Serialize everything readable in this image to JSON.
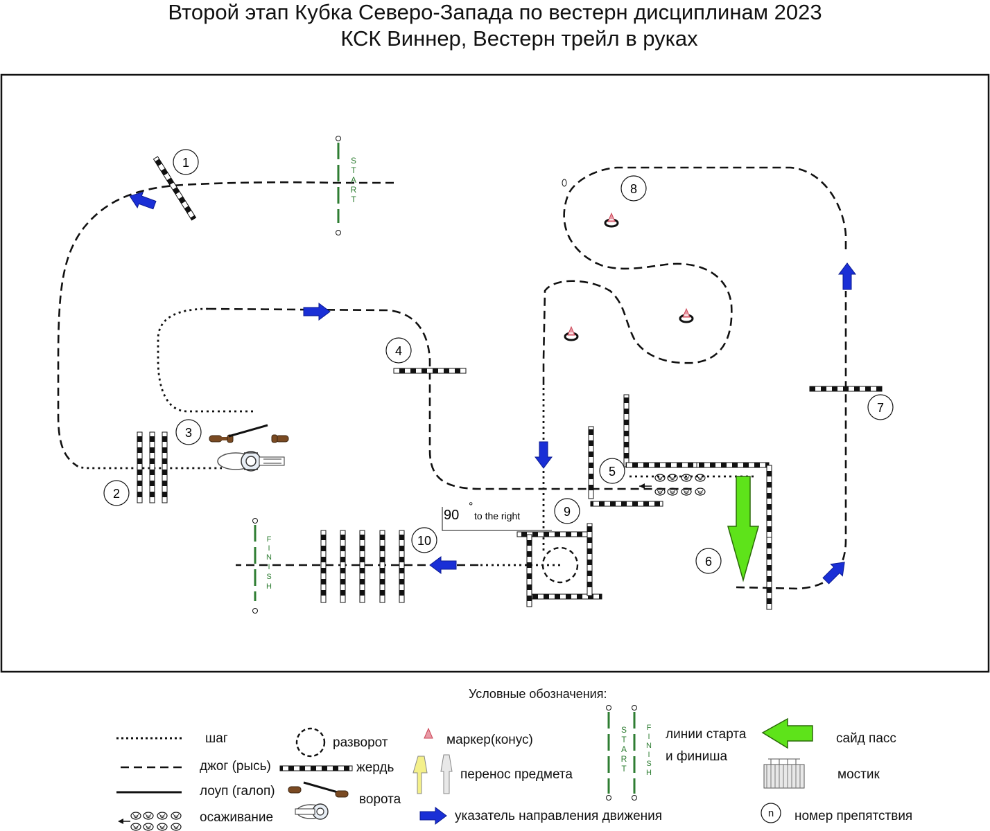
{
  "title": {
    "line1": "Второй этап Кубка Северо-Запада по вестерн дисциплинам 2023",
    "line2": "КСК Виннер, Вестерн трейл в руках"
  },
  "arena": {
    "start_letters": [
      "S",
      "T",
      "A",
      "R",
      "T"
    ],
    "finish_letters": [
      "F",
      "I",
      "N",
      "I",
      "S",
      "H"
    ],
    "obstacles": [
      "1",
      "2",
      "3",
      "4",
      "5",
      "6",
      "7",
      "8",
      "9",
      "10"
    ],
    "turn_label_value": "90",
    "turn_label_degree": "°",
    "turn_label_text": "to the right"
  },
  "legend": {
    "heading": "Условные обозначения:",
    "walk": "шаг",
    "jog": "джог (рысь)",
    "lope": "лоуп (галоп)",
    "backup": "осаживание",
    "turn": "разворот",
    "pole": "жердь",
    "gate": "ворота",
    "cone": "маркер(конус)",
    "carry": "перенос предмета",
    "direction": "указатель направления движения",
    "start_finish_line1": "линии старта",
    "start_finish_line2": "и финиша",
    "sidepass": "сайд пасс",
    "bridge": "мостик",
    "number_symbol": "n",
    "number": "номер препятствия"
  },
  "colors": {
    "direction_arrow": "#1a2fd6",
    "sidepass_arrow": "#5ee31a",
    "start_finish": "#2e7d32",
    "cone": "#e89aa6"
  }
}
